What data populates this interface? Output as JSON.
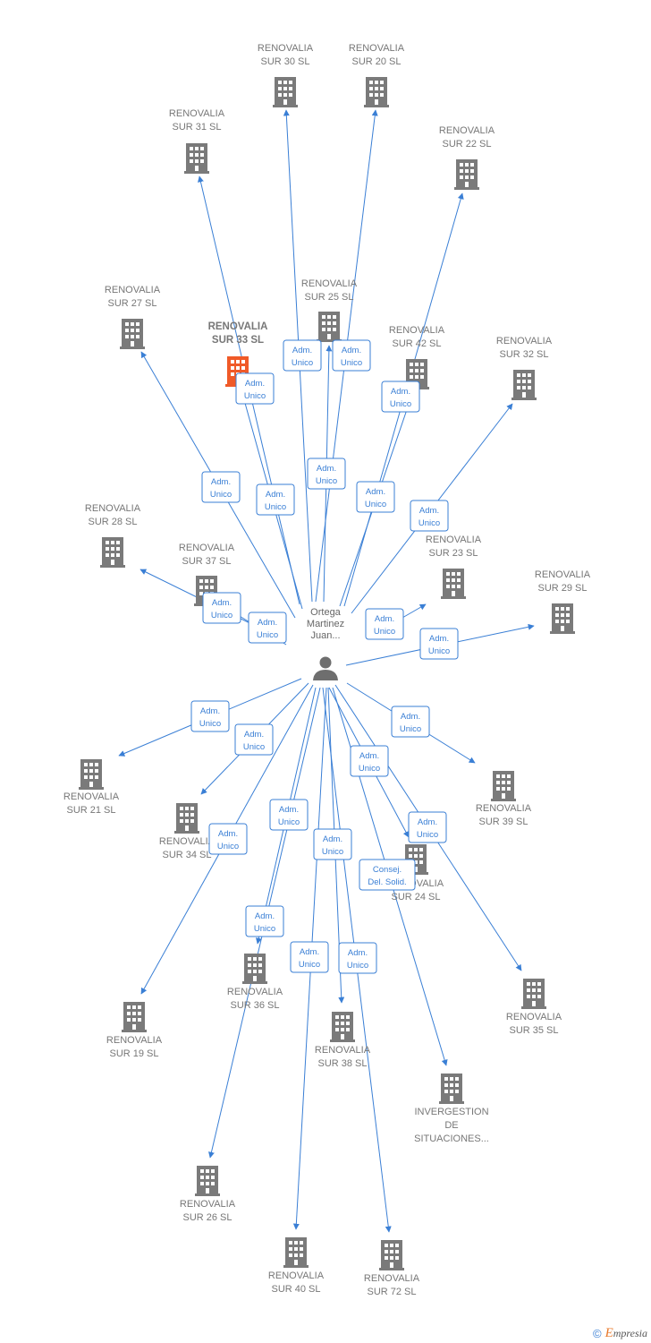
{
  "person": {
    "name_lines": [
      "Ortega",
      "Martinez",
      "Juan..."
    ]
  },
  "colors": {
    "edge": "#3a7fd5",
    "building": "#7a7a7a",
    "highlight": "#f05a28"
  },
  "companies": [
    {
      "id": "sur30",
      "lines": [
        "RENOVALIA",
        "SUR 30  SL"
      ]
    },
    {
      "id": "sur20",
      "lines": [
        "RENOVALIA",
        "SUR 20  SL"
      ]
    },
    {
      "id": "sur31",
      "lines": [
        "RENOVALIA",
        "SUR 31  SL"
      ]
    },
    {
      "id": "sur22",
      "lines": [
        "RENOVALIA",
        "SUR 22  SL"
      ]
    },
    {
      "id": "sur27",
      "lines": [
        "RENOVALIA",
        "SUR 27  SL"
      ]
    },
    {
      "id": "sur25",
      "lines": [
        "RENOVALIA",
        "SUR 25  SL"
      ]
    },
    {
      "id": "sur33",
      "lines": [
        "RENOVALIA",
        "SUR 33  SL"
      ],
      "highlight": true
    },
    {
      "id": "sur42",
      "lines": [
        "RENOVALIA",
        "SUR 42  SL"
      ]
    },
    {
      "id": "sur32",
      "lines": [
        "RENOVALIA",
        "SUR 32  SL"
      ]
    },
    {
      "id": "sur28",
      "lines": [
        "RENOVALIA",
        "SUR 28  SL"
      ]
    },
    {
      "id": "sur37",
      "lines": [
        "RENOVALIA",
        "SUR 37  SL"
      ]
    },
    {
      "id": "sur23",
      "lines": [
        "RENOVALIA",
        "SUR 23  SL"
      ]
    },
    {
      "id": "sur29",
      "lines": [
        "RENOVALIA",
        "SUR 29  SL"
      ]
    },
    {
      "id": "sur21",
      "lines": [
        "RENOVALIA",
        "SUR 21  SL"
      ]
    },
    {
      "id": "sur39",
      "lines": [
        "RENOVALIA",
        "SUR 39  SL"
      ]
    },
    {
      "id": "sur34",
      "lines": [
        "RENOVALIA",
        "SUR 34  SL"
      ]
    },
    {
      "id": "sur24",
      "lines": [
        "RENOVALIA",
        "SUR 24  SL"
      ]
    },
    {
      "id": "sur35",
      "lines": [
        "RENOVALIA",
        "SUR 35  SL"
      ]
    },
    {
      "id": "sur36",
      "lines": [
        "RENOVALIA",
        "SUR 36  SL"
      ]
    },
    {
      "id": "sur19",
      "lines": [
        "RENOVALIA",
        "SUR 19  SL"
      ]
    },
    {
      "id": "sur38",
      "lines": [
        "RENOVALIA",
        "SUR 38  SL"
      ]
    },
    {
      "id": "invergestion",
      "lines": [
        "INVERGESTION",
        "DE",
        "SITUACIONES..."
      ]
    },
    {
      "id": "sur26",
      "lines": [
        "RENOVALIA",
        "SUR 26  SL"
      ]
    },
    {
      "id": "sur40",
      "lines": [
        "RENOVALIA",
        "SUR 40  SL"
      ]
    },
    {
      "id": "sur72",
      "lines": [
        "RENOVALIA",
        "SUR 72  SL"
      ]
    }
  ],
  "relations": [
    {
      "to": "sur30",
      "lines": [
        "Adm.",
        "Unico"
      ]
    },
    {
      "to": "sur20",
      "lines": [
        "Adm.",
        "Unico"
      ]
    },
    {
      "to": "sur31",
      "lines": [
        "Adm.",
        "Unico"
      ]
    },
    {
      "to": "sur22",
      "lines": [
        "Adm.",
        "Unico"
      ]
    },
    {
      "to": "sur27",
      "lines": [
        "Adm.",
        "Unico"
      ]
    },
    {
      "to": "sur25",
      "lines": [
        "Adm.",
        "Unico"
      ]
    },
    {
      "to": "sur33",
      "lines": [
        "Adm.",
        "Unico"
      ]
    },
    {
      "to": "sur42",
      "lines": [
        "Adm.",
        "Unico"
      ]
    },
    {
      "to": "sur32",
      "lines": [
        "Adm.",
        "Unico"
      ]
    },
    {
      "to": "sur28",
      "lines": [
        "Adm.",
        "Unico"
      ]
    },
    {
      "to": "sur37",
      "lines": [
        "Adm.",
        "Unico"
      ]
    },
    {
      "to": "sur23",
      "lines": [
        "Adm.",
        "Unico"
      ]
    },
    {
      "to": "sur29",
      "lines": [
        "Adm.",
        "Unico"
      ]
    },
    {
      "to": "sur21",
      "lines": [
        "Adm.",
        "Unico"
      ]
    },
    {
      "to": "sur39",
      "lines": [
        "Adm.",
        "Unico"
      ]
    },
    {
      "to": "sur34",
      "lines": [
        "Adm.",
        "Unico"
      ]
    },
    {
      "to": "sur24",
      "lines": [
        "Adm.",
        "Unico"
      ]
    },
    {
      "to": "sur35",
      "lines": [
        "Adm.",
        "Unico"
      ]
    },
    {
      "to": "sur36",
      "lines": [
        "Adm.",
        "Unico"
      ]
    },
    {
      "to": "sur19",
      "lines": [
        "Adm.",
        "Unico"
      ]
    },
    {
      "to": "sur38",
      "lines": [
        "Adm.",
        "Unico"
      ]
    },
    {
      "to": "invergestion",
      "lines": [
        "Consej.",
        "Del. Solid."
      ]
    },
    {
      "to": "sur26",
      "lines": [
        "Adm.",
        "Unico"
      ]
    },
    {
      "to": "sur40",
      "lines": [
        "Adm.",
        "Unico"
      ]
    },
    {
      "to": "sur72",
      "lines": [
        "Adm.",
        "Unico"
      ]
    }
  ],
  "footer": {
    "copyright_symbol": "©",
    "brand_initial": "E",
    "brand_rest": "mpresia"
  }
}
